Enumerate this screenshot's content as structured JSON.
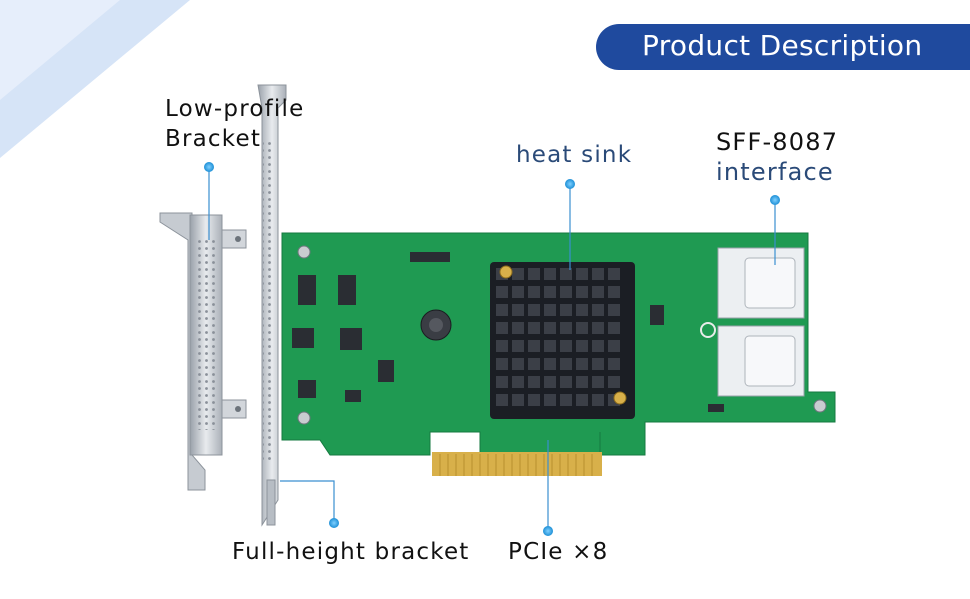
{
  "banner": {
    "title": "Product Description"
  },
  "labels": {
    "low_profile_line1": "Low-profile",
    "low_profile_line2": "Bracket",
    "heat_sink": "heat sink",
    "sff_line1": "SFF-8087",
    "sff_line2": "interface",
    "full_height": "Full-height bracket",
    "pcie": "PCIe ×8"
  },
  "colors": {
    "banner": "#1f4a9e",
    "pcb": "#1f9a52",
    "heatsink": "#1b1e24",
    "gold": "#d8b04a",
    "dot": "#2b9fe0"
  }
}
